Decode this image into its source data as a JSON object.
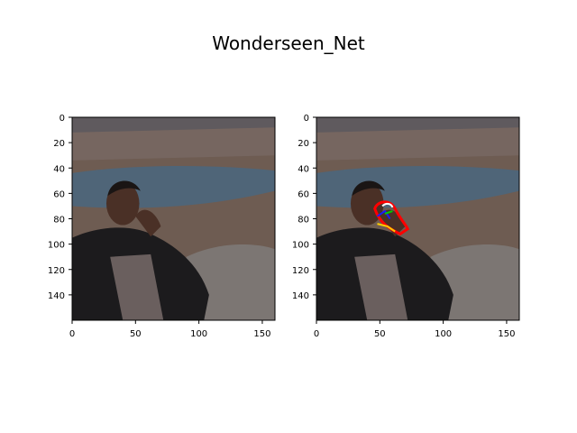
{
  "figure": {
    "title": "Wonderseen_Net"
  },
  "panels": [
    {
      "id": "input",
      "xticks": [
        "0",
        "50",
        "100",
        "150"
      ],
      "yticks": [
        "0",
        "20",
        "40",
        "60",
        "80",
        "100",
        "120",
        "140"
      ],
      "xlim": [
        0,
        160
      ],
      "ylim": [
        160,
        0
      ],
      "overlay": false
    },
    {
      "id": "output",
      "xticks": [
        "0",
        "50",
        "100",
        "150"
      ],
      "yticks": [
        "0",
        "20",
        "40",
        "60",
        "80",
        "100",
        "120",
        "140"
      ],
      "xlim": [
        0,
        160
      ],
      "ylim": [
        160,
        0
      ],
      "overlay": true
    }
  ],
  "scene": {
    "colors": {
      "sky": "#5f5a5e",
      "far_hills": "#766660",
      "water": "#4f6578",
      "ground": "#6e5c52",
      "rocks": "#7c7673",
      "jacket": "#1c1b1d",
      "shirt": "#6a5f5e",
      "skin": "#4a3026"
    }
  },
  "overlay_strokes": {
    "colors": [
      "#ff0000",
      "#ffffff",
      "#1a1aff",
      "#00cc00",
      "#ffcc00"
    ]
  }
}
